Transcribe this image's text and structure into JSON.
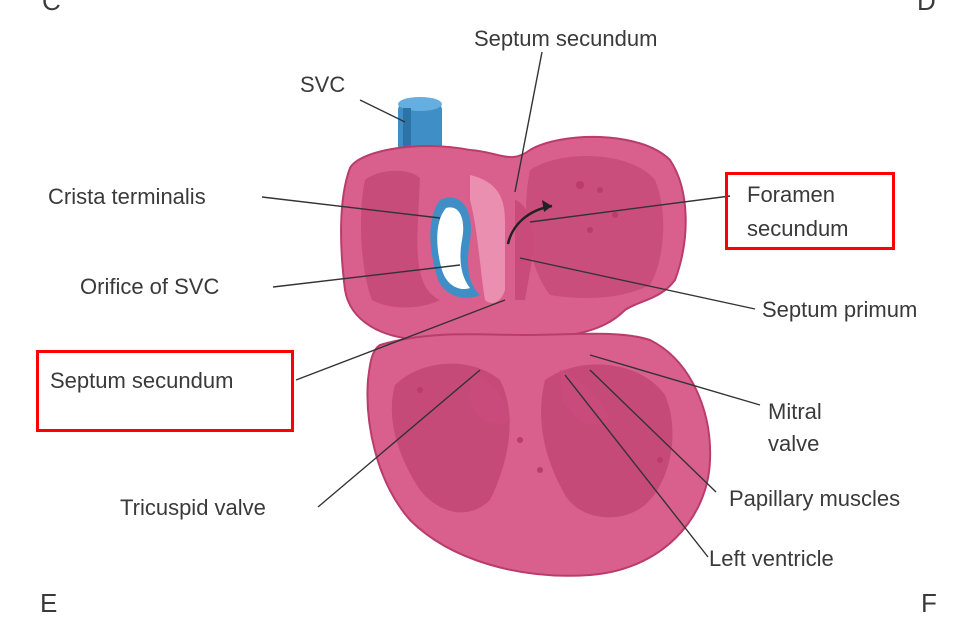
{
  "corners": {
    "top_left": "C",
    "top_right": "D",
    "bottom_left": "E",
    "bottom_right": "F"
  },
  "labels": {
    "septum_secundum_top": "Septum secundum",
    "svc": "SVC",
    "crista_terminalis": "Crista terminalis",
    "foramen_line1": "Foramen",
    "foramen_line2": "secundum",
    "orifice_svc": "Orifice of SVC",
    "septum_primum": "Septum primum",
    "septum_secundum_left": "Septum secundum",
    "mitral_line1": "Mitral",
    "mitral_line2": "valve",
    "tricuspid_valve": "Tricuspid valve",
    "papillary_muscles": "Papillary muscles",
    "left_ventricle": "Left ventricle"
  },
  "highlight_color": "#ff0000",
  "colors": {
    "tissue": "#d9608c",
    "tissue_dark": "#b93c6b",
    "tissue_light": "#ea8fb0",
    "svc_blue": "#3f8fc6",
    "leader": "#333333"
  }
}
